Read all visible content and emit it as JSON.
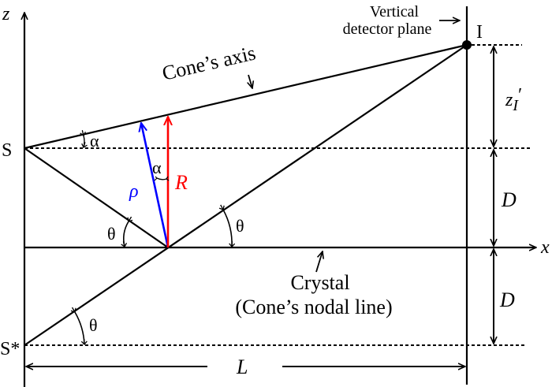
{
  "labels": {
    "z_axis": "z",
    "x_axis": "x",
    "source": "S",
    "image_source": "S*",
    "image_point": "I",
    "cone_axis": "Cone’s axis",
    "detector_line1": "Vertical",
    "detector_line2": "detector plane",
    "crystal_line1": "Crystal",
    "crystal_line2": "(Cone’s nodal line)",
    "alpha": "α",
    "theta": "θ",
    "rho": "ρ",
    "R": "R",
    "D": "D",
    "L": "L",
    "zI_prime": "z",
    "zI_sub": "I",
    "zI_tick": "′"
  },
  "colors": {
    "rho": "#0000ff",
    "R": "#ff0000",
    "line": "#000000"
  }
}
